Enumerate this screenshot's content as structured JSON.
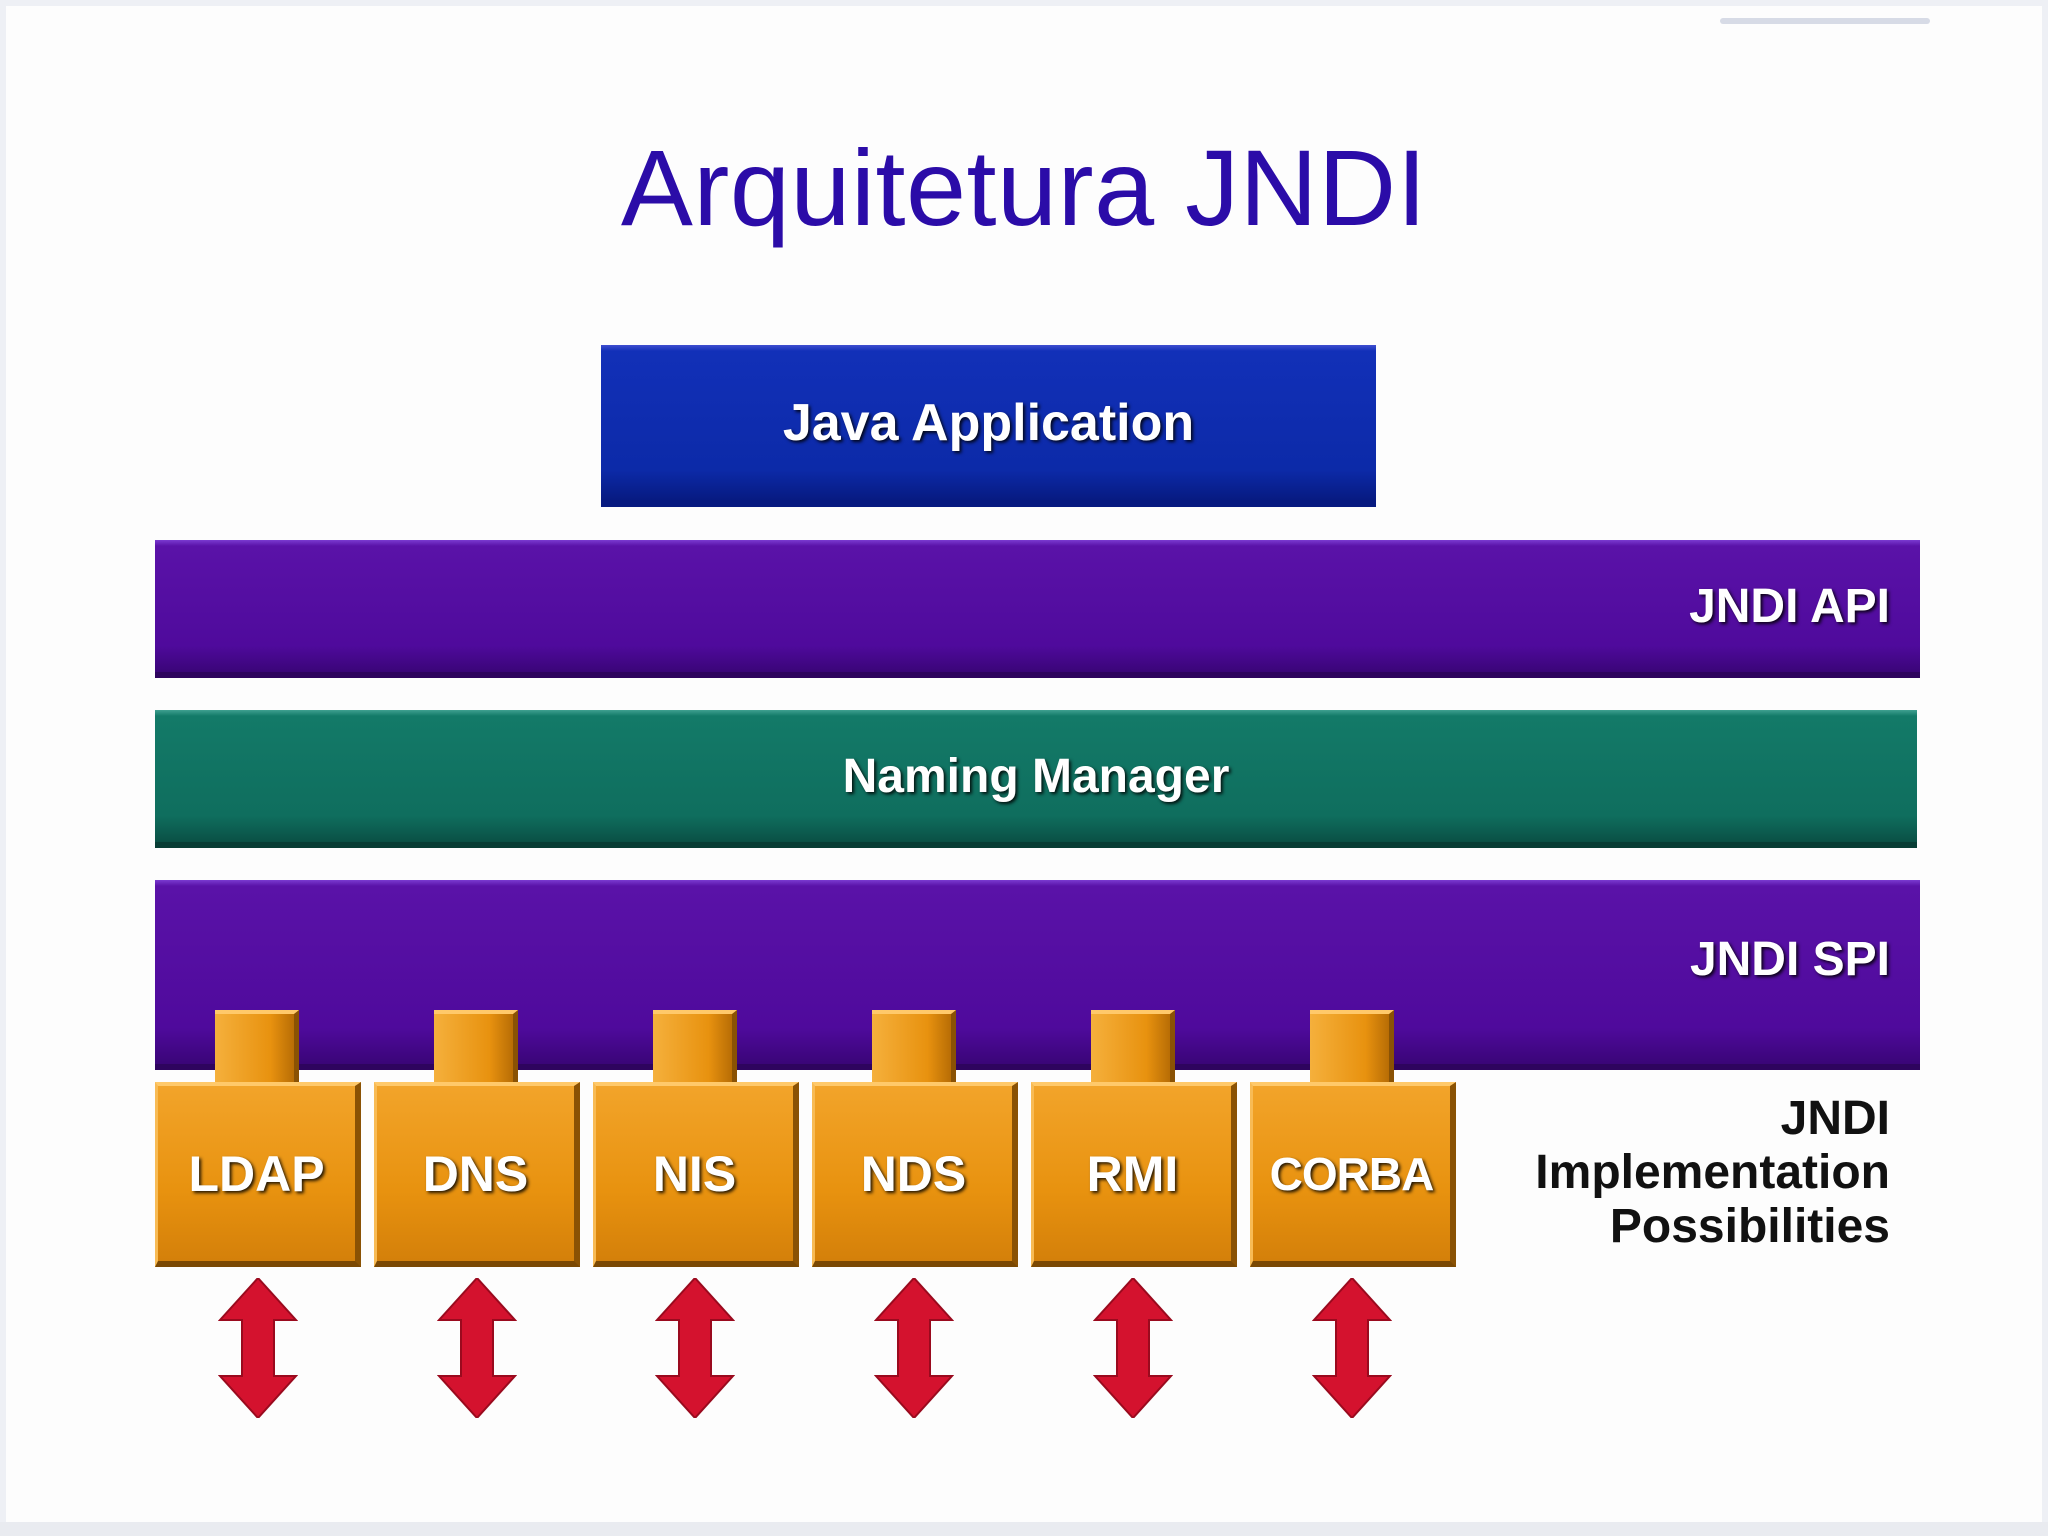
{
  "title": "Arquitetura JNDI",
  "diagram": {
    "java_application": "Java Application",
    "jndi_api": "JNDI API",
    "naming_manager": "Naming Manager",
    "jndi_spi": "JNDI SPI",
    "implementations": [
      "LDAP",
      "DNS",
      "NIS",
      "NDS",
      "RMI",
      "CORBA"
    ],
    "implementation_caption": [
      "JNDI",
      "Implementation",
      "Possibilities"
    ],
    "colors": {
      "title": "#2b0ca8",
      "java_application": "#0c2aa8",
      "jndi_layer": "#4f0a9c",
      "naming_manager": "#0f6e5e",
      "implementation": "#e8920f",
      "arrow": "#d4122e"
    }
  }
}
